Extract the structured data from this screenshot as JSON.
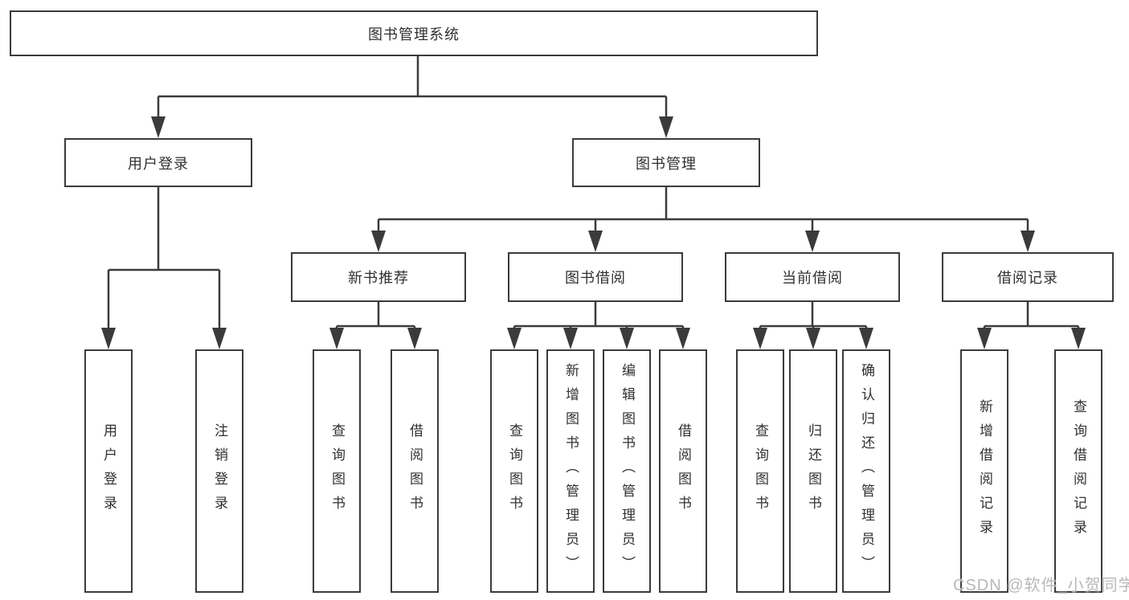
{
  "tree": {
    "root": {
      "label": "图书管理系统"
    },
    "level2": [
      {
        "label": "用户登录",
        "children": [
          {
            "label": "用户登录"
          },
          {
            "label": "注销登录"
          }
        ]
      },
      {
        "label": "图书管理",
        "groups": [
          {
            "label": "新书推荐",
            "children": [
              {
                "label": "查询图书"
              },
              {
                "label": "借阅图书"
              }
            ]
          },
          {
            "label": "图书借阅",
            "children": [
              {
                "label": "查询图书"
              },
              {
                "label": "新增图书（管理员）"
              },
              {
                "label": "编辑图书（管理员）"
              },
              {
                "label": "借阅图书"
              }
            ]
          },
          {
            "label": "当前借阅",
            "children": [
              {
                "label": "查询图书"
              },
              {
                "label": "归还图书"
              },
              {
                "label": "确认归还（管理员）"
              }
            ]
          },
          {
            "label": "借阅记录",
            "children": [
              {
                "label": "新增借阅记录"
              },
              {
                "label": "查询借阅记录"
              }
            ]
          }
        ]
      }
    ]
  },
  "watermark": {
    "text": "CSDN @软件_小贺同学",
    "color": "#b9b7bb"
  },
  "colors": {
    "line": "#3b3b3b",
    "box_border": "#3b3b3b",
    "text": "#303030",
    "background": "#ffffff"
  }
}
